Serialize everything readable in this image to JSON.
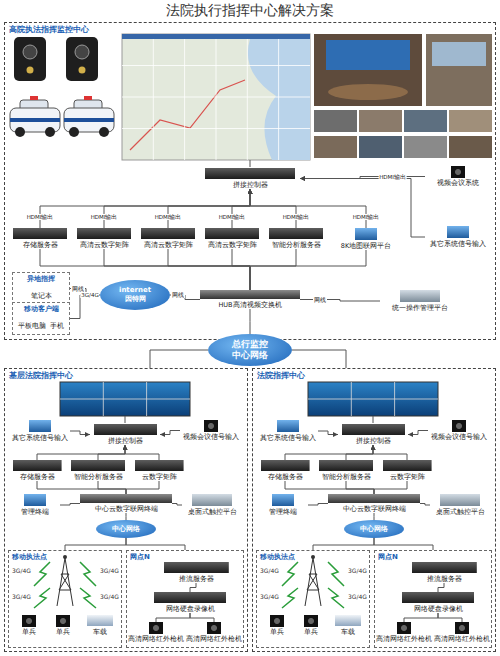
{
  "diagram": {
    "title": "法院执行指挥中心解决方案",
    "nodes": [
      {
        "text": [
          "高院执法指挥监控中心"
        ]
      },
      {
        "text": [
          "拼接控制器"
        ],
        "in": 0
      },
      {
        "text": [
          "存储服务器"
        ],
        "in": 0
      },
      {
        "text": [
          "高清云数字矩阵"
        ],
        "in": 0
      },
      {
        "text": [
          "高清云数字矩阵"
        ],
        "in": 0
      },
      {
        "text": [
          "高清云数字矩阵"
        ],
        "in": 0
      },
      {
        "text": [
          "智能分析服务器"
        ],
        "in": 0
      },
      {
        "text": [
          "8K地图联网平台"
        ],
        "in": 0
      },
      {
        "text": [
          "视频会议系统"
        ],
        "in": 0
      },
      {
        "text": [
          "其它系统信号输入"
        ],
        "in": 0
      },
      {
        "text": [
          "异地指挥",
          "笔记本"
        ],
        "in": 0
      },
      {
        "text": [
          "移动客户端",
          "平板电脑",
          "手机"
        ],
        "in": 0
      },
      {
        "text": [
          "internet",
          "因特网"
        ],
        "in": 0
      },
      {
        "text": [
          "HUB高清视频交换机"
        ],
        "in": 0
      },
      {
        "text": [
          "统一操作管理平台"
        ],
        "in": 0
      },
      {
        "text": [
          "总行监控中心网络"
        ]
      },
      {
        "text": [
          "基层法院指挥中心"
        ]
      },
      {
        "text": [
          "拼接控制器"
        ],
        "in": 16
      },
      {
        "text": [
          "其它系统信号输入"
        ],
        "in": 16
      },
      {
        "text": [
          "视频会议信号输入"
        ],
        "in": 16
      },
      {
        "text": [
          "存储服务器"
        ],
        "in": 16
      },
      {
        "text": [
          "智能分析服务器"
        ],
        "in": 16
      },
      {
        "text": [
          "云数字矩阵"
        ],
        "in": 16
      },
      {
        "text": [
          "中心云数字联网终端"
        ],
        "in": 16
      },
      {
        "text": [
          "管理终端"
        ],
        "in": 16
      },
      {
        "text": [
          "桌面式触控平台"
        ],
        "in": 16
      },
      {
        "text": [
          "中心网络"
        ],
        "in": 16
      },
      {
        "text": [
          "移动执法点"
        ],
        "in": 16
      },
      {
        "text": [
          "单兵"
        ],
        "in": 27
      },
      {
        "text": [
          "单兵"
        ],
        "in": 27
      },
      {
        "text": [
          "车载"
        ],
        "in": 27
      },
      {
        "text": [
          "网点N"
        ],
        "in": 16
      },
      {
        "text": [
          "推流服务器"
        ],
        "in": 31
      },
      {
        "text": [
          "网络硬盘录像机"
        ],
        "in": 31
      },
      {
        "text": [
          "高清网络红外枪机"
        ],
        "in": 31
      },
      {
        "text": [
          "高清网络红外枪机"
        ],
        "in": 31
      },
      {
        "text": [
          "法院指挥中心"
        ]
      },
      {
        "text": [
          "拼接控制器"
        ],
        "in": 36
      },
      {
        "text": [
          "其它系统信号输入"
        ],
        "in": 36
      },
      {
        "text": [
          "视频会议信号输入"
        ],
        "in": 36
      },
      {
        "text": [
          "存储服务器"
        ],
        "in": 36
      },
      {
        "text": [
          "智能分析服务器"
        ],
        "in": 36
      },
      {
        "text": [
          "云数字矩阵"
        ],
        "in": 36
      },
      {
        "text": [
          "中心云数字联网终端"
        ],
        "in": 36
      },
      {
        "text": [
          "管理终端"
        ],
        "in": 36
      },
      {
        "text": [
          "桌面式触控平台"
        ],
        "in": 36
      },
      {
        "text": [
          "中心网络"
        ],
        "in": 36
      },
      {
        "text": [
          "移动执法点"
        ],
        "in": 36
      },
      {
        "text": [
          "单兵"
        ],
        "in": 47
      },
      {
        "text": [
          "单兵"
        ],
        "in": 47
      },
      {
        "text": [
          "车载"
        ],
        "in": 47
      },
      {
        "text": [
          "网点N"
        ],
        "in": 36
      },
      {
        "text": [
          "推流服务器"
        ],
        "in": 51
      },
      {
        "text": [
          "网络硬盘录像机"
        ],
        "in": 51
      },
      {
        "text": [
          "高清网络红外枪机"
        ],
        "in": 51
      },
      {
        "text": [
          "高清网络红外枪机"
        ],
        "in": 51
      }
    ],
    "edges": [
      {
        "from": 2,
        "to": 1,
        "arrow": "to",
        "label": "HDMI输出"
      },
      {
        "from": 3,
        "to": 1,
        "arrow": "to",
        "label": "HDMI输出"
      },
      {
        "from": 4,
        "to": 1,
        "arrow": "to",
        "label": "HDMI输出"
      },
      {
        "from": 5,
        "to": 1,
        "arrow": "to",
        "label": "HDMI输出"
      },
      {
        "from": 6,
        "to": 1,
        "arrow": "to",
        "label": "HDMI输出"
      },
      {
        "from": 7,
        "to": 1,
        "arrow": "to",
        "label": "HDMI输出"
      },
      {
        "from": 8,
        "to": 1,
        "arrow": "to",
        "label": "HDMI输出"
      },
      {
        "from": 9,
        "to": 1,
        "arrow": "to"
      },
      {
        "from": 2,
        "to": 13,
        "arrow": "none"
      },
      {
        "from": 3,
        "to": 13,
        "arrow": "none"
      },
      {
        "from": 4,
        "to": 13,
        "arrow": "none"
      },
      {
        "from": 5,
        "to": 13,
        "arrow": "none"
      },
      {
        "from": 6,
        "to": 13,
        "arrow": "none"
      },
      {
        "from": 7,
        "to": 13,
        "arrow": "none"
      },
      {
        "from": 10,
        "to": 12,
        "arrow": "none",
        "label": "网线"
      },
      {
        "from": 11,
        "to": 12,
        "arrow": "none",
        "label": "3G/4G"
      },
      {
        "from": 12,
        "to": 13,
        "arrow": "none",
        "label": "网线"
      },
      {
        "from": 13,
        "to": 14,
        "arrow": "none",
        "label": "网线"
      },
      {
        "from": 13,
        "to": 15,
        "arrow": "none"
      },
      {
        "from": 15,
        "to": 16,
        "arrow": "none"
      },
      {
        "from": 15,
        "to": 36,
        "arrow": "none"
      },
      {
        "from": 18,
        "to": 17,
        "arrow": "to"
      },
      {
        "from": 19,
        "to": 17,
        "arrow": "to"
      },
      {
        "from": 20,
        "to": 17,
        "arrow": "to"
      },
      {
        "from": 21,
        "to": 17,
        "arrow": "to"
      },
      {
        "from": 22,
        "to": 17,
        "arrow": "to"
      },
      {
        "from": 20,
        "to": 23,
        "arrow": "none"
      },
      {
        "from": 21,
        "to": 23,
        "arrow": "none"
      },
      {
        "from": 22,
        "to": 23,
        "arrow": "none"
      },
      {
        "from": 24,
        "to": 23,
        "arrow": "none"
      },
      {
        "from": 25,
        "to": 23,
        "arrow": "none"
      },
      {
        "from": 23,
        "to": 26,
        "arrow": "none"
      },
      {
        "from": 26,
        "to": 27,
        "arrow": "none"
      },
      {
        "from": 26,
        "to": 31,
        "arrow": "none"
      },
      {
        "from": 32,
        "to": 33,
        "arrow": "none"
      },
      {
        "from": 33,
        "to": 34,
        "arrow": "none"
      },
      {
        "from": 33,
        "to": 35,
        "arrow": "none"
      },
      {
        "from": 38,
        "to": 37,
        "arrow": "to"
      },
      {
        "from": 39,
        "to": 37,
        "arrow": "to"
      },
      {
        "from": 40,
        "to": 37,
        "arrow": "to"
      },
      {
        "from": 41,
        "to": 37,
        "arrow": "to"
      },
      {
        "from": 42,
        "to": 37,
        "arrow": "to"
      },
      {
        "from": 40,
        "to": 43,
        "arrow": "none"
      },
      {
        "from": 41,
        "to": 43,
        "arrow": "none"
      },
      {
        "from": 42,
        "to": 43,
        "arrow": "none"
      },
      {
        "from": 44,
        "to": 43,
        "arrow": "none"
      },
      {
        "from": 45,
        "to": 43,
        "arrow": "none"
      },
      {
        "from": 43,
        "to": 46,
        "arrow": "none"
      },
      {
        "from": 46,
        "to": 47,
        "arrow": "none"
      },
      {
        "from": 46,
        "to": 51,
        "arrow": "none"
      },
      {
        "from": 52,
        "to": 53,
        "arrow": "none"
      },
      {
        "from": 53,
        "to": 54,
        "arrow": "none"
      },
      {
        "from": 53,
        "to": 55,
        "arrow": "none"
      }
    ],
    "labels": [
      "3G/4G",
      "3G/4G",
      "3G/4G",
      "3G/4G",
      "3G/4G",
      "3G/4G",
      "3G/4G",
      "3G/4G"
    ]
  }
}
